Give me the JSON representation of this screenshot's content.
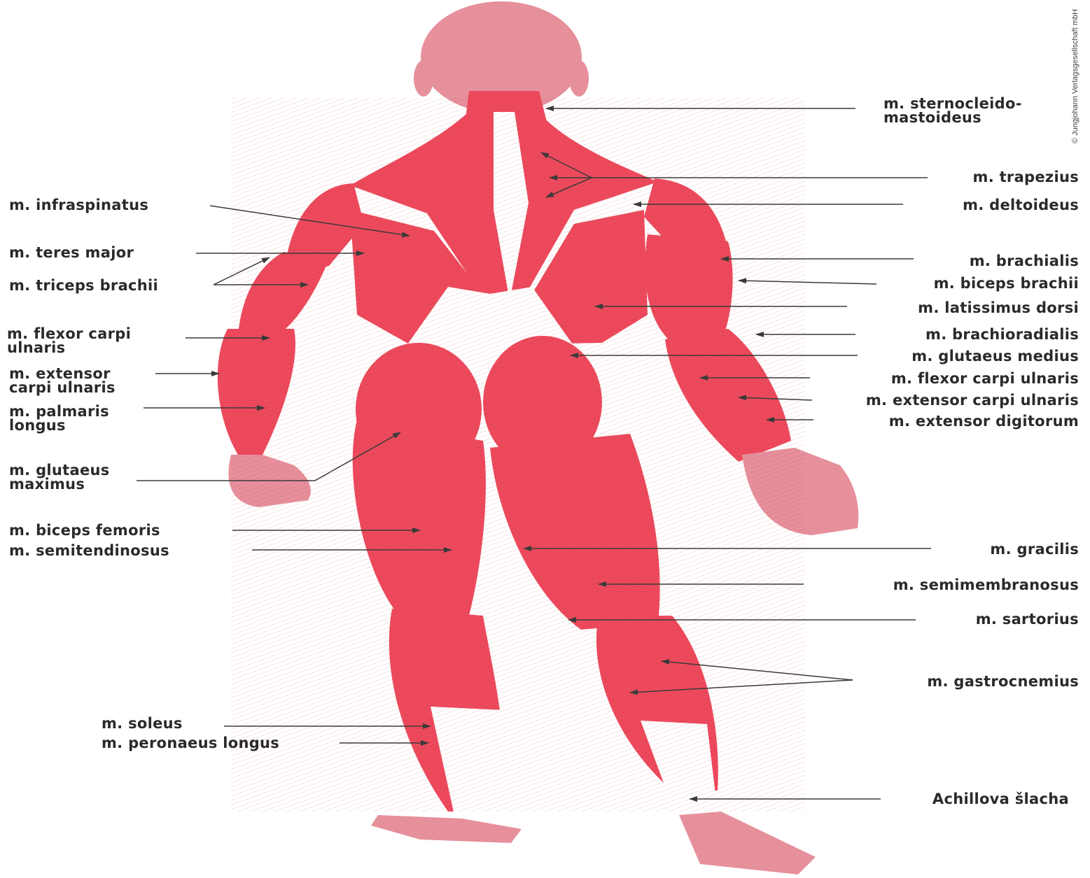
{
  "colors": {
    "muscle": "#ec4a5c",
    "muscle_dark": "#c9263c",
    "skin": "#e6909c",
    "tendon": "#ffffff",
    "line": "#3a3a3a",
    "text": "#2a2a2a"
  },
  "copyright": "© Jungjohann Verlagsgesellschaft mbH",
  "labels_left": [
    {
      "id": "infraspinatus",
      "text": "m. infraspinatus"
    },
    {
      "id": "teres-major",
      "text": "m. teres major"
    },
    {
      "id": "triceps-brachii",
      "text": "m. triceps brachii"
    },
    {
      "id": "flexor-carpi-ulnaris-left",
      "lines": [
        "m. flexor carpi",
        "ulnaris"
      ]
    },
    {
      "id": "extensor-carpi-ulnaris-left",
      "lines": [
        "m. extensor",
        "carpi ulnaris"
      ]
    },
    {
      "id": "palmaris-longus",
      "lines": [
        "m. palmaris",
        "longus"
      ]
    },
    {
      "id": "glutaeus-maximus",
      "lines": [
        "m. glutaeus",
        "maximus"
      ]
    },
    {
      "id": "biceps-femoris",
      "text": "m. biceps femoris"
    },
    {
      "id": "semitendinosus",
      "text": "m. semitendinosus"
    },
    {
      "id": "soleus",
      "text": "m. soleus"
    },
    {
      "id": "peronaeus-longus",
      "text": "m. peronaeus longus"
    }
  ],
  "labels_right": [
    {
      "id": "sternocleidomastoideus",
      "lines": [
        "m. sternocleido-",
        "mastoideus"
      ]
    },
    {
      "id": "trapezius",
      "text": "m. trapezius"
    },
    {
      "id": "deltoideus",
      "text": "m. deltoideus"
    },
    {
      "id": "brachialis",
      "text": "m. brachialis"
    },
    {
      "id": "biceps-brachii",
      "text": "m. biceps brachii"
    },
    {
      "id": "latissimus-dorsi",
      "text": "m. latissimus dorsi"
    },
    {
      "id": "brachioradialis",
      "text": "m. brachioradialis"
    },
    {
      "id": "glutaeus-medius",
      "text": "m. glutaeus medius"
    },
    {
      "id": "flexor-carpi-ulnaris-right",
      "text": "m. flexor carpi ulnaris"
    },
    {
      "id": "extensor-carpi-ulnaris-right",
      "text": "m. extensor carpi ulnaris"
    },
    {
      "id": "extensor-digitorum",
      "text": "m. extensor digitorum"
    },
    {
      "id": "gracilis",
      "text": "m. gracilis"
    },
    {
      "id": "semimembranosus",
      "text": "m. semimembranosus"
    },
    {
      "id": "sartorius",
      "text": "m. sartorius"
    },
    {
      "id": "gastrocnemius",
      "text": "m. gastrocnemius"
    },
    {
      "id": "achillova-slacha",
      "text": "Achillova šlacha"
    }
  ]
}
